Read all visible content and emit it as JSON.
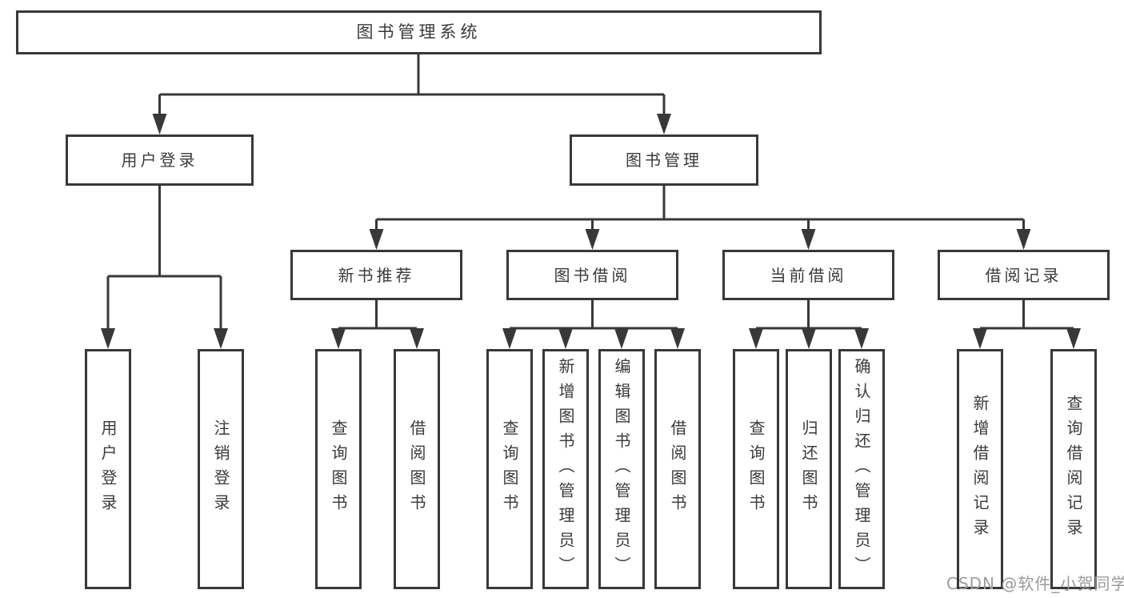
{
  "tree": {
    "label": "图书管理系统",
    "children": [
      {
        "label": "用户登录",
        "children": [
          {
            "label": "用户登录"
          },
          {
            "label": "注销登录"
          }
        ]
      },
      {
        "label": "图书管理",
        "children": [
          {
            "label": "新书推荐",
            "children": [
              {
                "label": "查询图书"
              },
              {
                "label": "借阅图书"
              }
            ]
          },
          {
            "label": "图书借阅",
            "children": [
              {
                "label": "查询图书"
              },
              {
                "label": "新增图书（管理员）"
              },
              {
                "label": "编辑图书（管理员）"
              },
              {
                "label": "借阅图书"
              }
            ]
          },
          {
            "label": "当前借阅",
            "children": [
              {
                "label": "查询图书"
              },
              {
                "label": "归还图书"
              },
              {
                "label": "确认归还（管理员）"
              }
            ]
          },
          {
            "label": "借阅记录",
            "children": [
              {
                "label": "新增借阅记录"
              },
              {
                "label": "查询借阅记录"
              }
            ]
          }
        ]
      }
    ]
  },
  "watermark": {
    "text": "CSDN @软件_小贺同学"
  },
  "colors": {
    "line": "#383838",
    "text": "#3a3a3a",
    "watermark": "#9b9b9b",
    "background": "#ffffff"
  }
}
